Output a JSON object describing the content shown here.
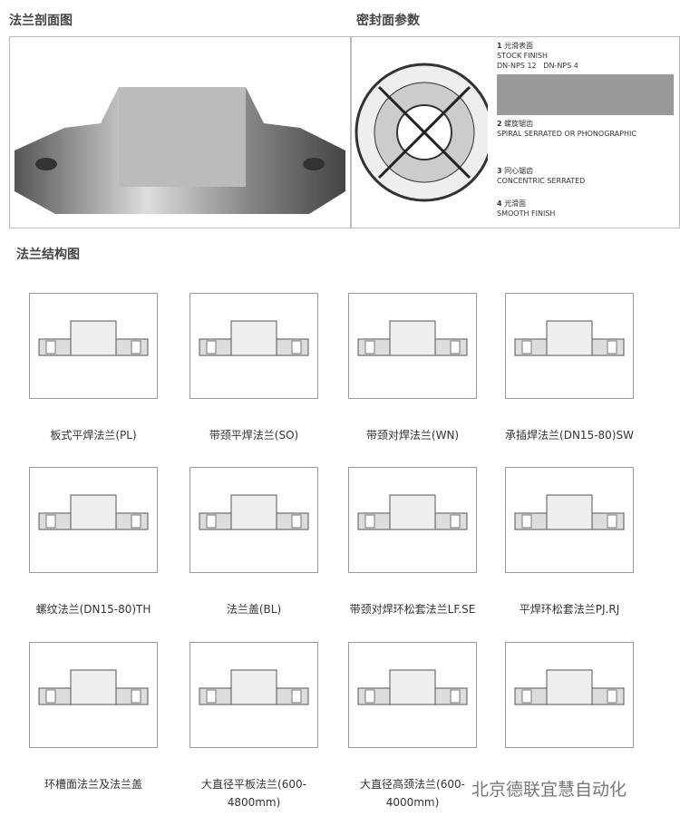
{
  "headings": {
    "section": "法兰剖面图",
    "seal": "密封面参数",
    "structure": "法兰结构图"
  },
  "seal_diagram": {
    "items": [
      {
        "num": "1",
        "cn": "光滑表面",
        "en": "STOCK FINISH",
        "sub": [
          "DN-NPS 12",
          "DN-NPS 4"
        ]
      },
      {
        "num": "2",
        "cn": "螺旋锯齿",
        "en": "SPIRAL SERRATED OR PHONOGRAPHIC"
      },
      {
        "num": "3",
        "cn": "同心锯齿",
        "en": "CONCENTRIC SERRATED"
      },
      {
        "num": "4",
        "cn": "光滑面",
        "en": "SMOOTH FINISH"
      }
    ]
  },
  "flanges": [
    {
      "label": "板式平焊法兰(PL)"
    },
    {
      "label": "带颈平焊法兰(SO)"
    },
    {
      "label": "带颈对焊法兰(WN)"
    },
    {
      "label": "承插焊法兰(DN15-80)SW"
    },
    {
      "label": "螺纹法兰(DN15-80)TH"
    },
    {
      "label": "法兰盖(BL)"
    },
    {
      "label": "带颈对焊环松套法兰LF.SE"
    },
    {
      "label": "平焊环松套法兰PJ.RJ"
    },
    {
      "label": "环槽面法兰及法兰盖"
    },
    {
      "label": "大直径平板法兰(600-4800mm)"
    },
    {
      "label": "大直径高颈法兰(600-4000mm)"
    },
    {
      "label": ""
    }
  ],
  "watermark": "北京德联宜慧自动化"
}
